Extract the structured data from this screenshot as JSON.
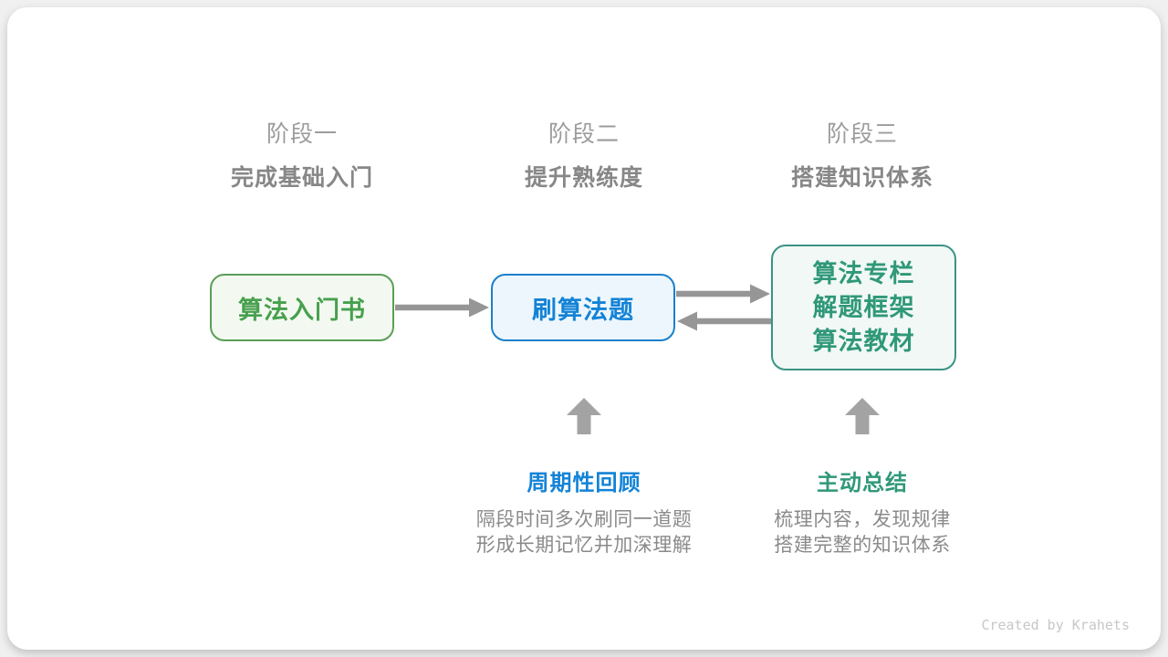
{
  "canvas": {
    "background_color": "#f0f0f0",
    "card_color": "#ffffff"
  },
  "stages": [
    {
      "label": "阶段一",
      "title": "完成基础入门"
    },
    {
      "label": "阶段二",
      "title": "提升熟练度"
    },
    {
      "label": "阶段三",
      "title": "搭建知识体系"
    }
  ],
  "nodes": {
    "intro_book": {
      "text": "算法入门书",
      "border_color": "#5a9e57",
      "fill_color": "#f3f9f1",
      "text_color": "#47a04d"
    },
    "practice": {
      "text": "刷算法题",
      "border_color": "#1a80cc",
      "fill_color": "#edf6fc",
      "text_color": "#1383d6"
    },
    "knowledge": {
      "lines": [
        "算法专栏",
        "解题框架",
        "算法教材"
      ],
      "border_color": "#3a9483",
      "fill_color": "#f1f8f5",
      "text_color": "#2f9878"
    }
  },
  "annotations": {
    "review": {
      "title": "周期性回顾",
      "title_color": "#1383d6",
      "desc_lines": [
        "隔段时间多次刷同一道题",
        "形成长期记忆并加深理解"
      ]
    },
    "summary": {
      "title": "主动总结",
      "title_color": "#2f9878",
      "desc_lines": [
        "梳理内容，发现规律",
        "搭建完整的知识体系"
      ]
    }
  },
  "icons": {
    "flow-arrow-right-icon": "→",
    "flow-arrow-left-icon": "←",
    "block-arrow-up-icon": "⬆",
    "arrow_color": "#969696",
    "block_arrow_color": "#a3a3a3"
  },
  "watermark": "Created by Krahets"
}
